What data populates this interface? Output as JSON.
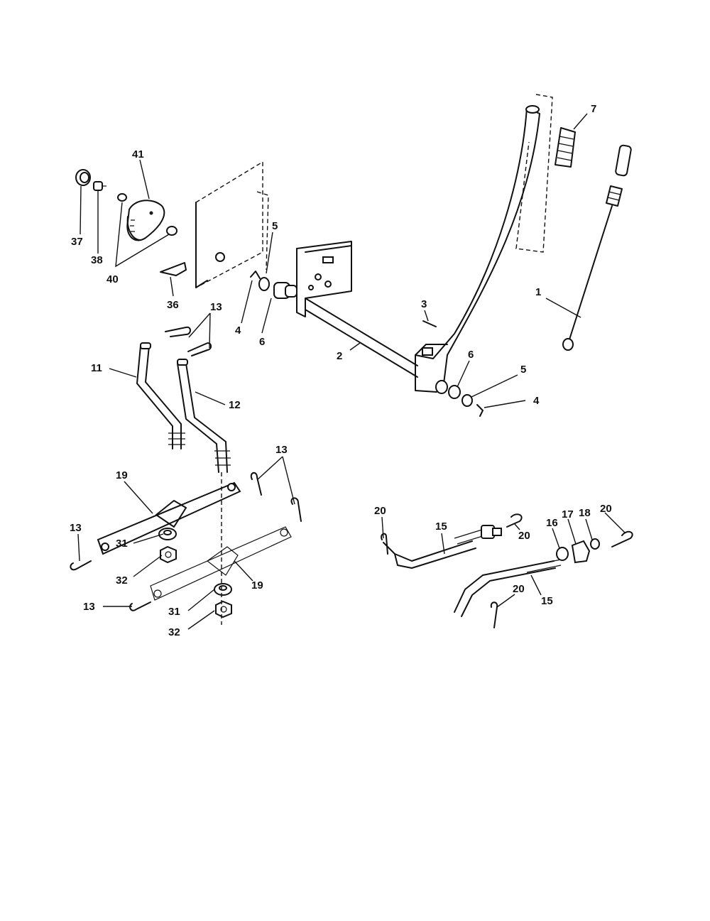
{
  "callouts": [
    {
      "id": "c1",
      "text": "1"
    },
    {
      "id": "c2",
      "text": "2"
    },
    {
      "id": "c3",
      "text": "3"
    },
    {
      "id": "c4a",
      "text": "4"
    },
    {
      "id": "c4b",
      "text": "4"
    },
    {
      "id": "c5a",
      "text": "5"
    },
    {
      "id": "c5b",
      "text": "5"
    },
    {
      "id": "c6a",
      "text": "6"
    },
    {
      "id": "c6b",
      "text": "6"
    },
    {
      "id": "c7",
      "text": "7"
    },
    {
      "id": "c11",
      "text": "11"
    },
    {
      "id": "c12",
      "text": "12"
    },
    {
      "id": "c13a",
      "text": "13"
    },
    {
      "id": "c13b",
      "text": "13"
    },
    {
      "id": "c13c",
      "text": "13"
    },
    {
      "id": "c13d",
      "text": "13"
    },
    {
      "id": "c15a",
      "text": "15"
    },
    {
      "id": "c15b",
      "text": "15"
    },
    {
      "id": "c16",
      "text": "16"
    },
    {
      "id": "c17",
      "text": "17"
    },
    {
      "id": "c18",
      "text": "18"
    },
    {
      "id": "c19a",
      "text": "19"
    },
    {
      "id": "c19b",
      "text": "19"
    },
    {
      "id": "c20a",
      "text": "20"
    },
    {
      "id": "c20b",
      "text": "20"
    },
    {
      "id": "c20c",
      "text": "20"
    },
    {
      "id": "c20d",
      "text": "20"
    },
    {
      "id": "c31a",
      "text": "31"
    },
    {
      "id": "c31b",
      "text": "31"
    },
    {
      "id": "c32a",
      "text": "32"
    },
    {
      "id": "c32b",
      "text": "32"
    },
    {
      "id": "c36",
      "text": "36"
    },
    {
      "id": "c37",
      "text": "37"
    },
    {
      "id": "c38",
      "text": "38"
    },
    {
      "id": "c40",
      "text": "40"
    },
    {
      "id": "c41",
      "text": "41"
    }
  ]
}
